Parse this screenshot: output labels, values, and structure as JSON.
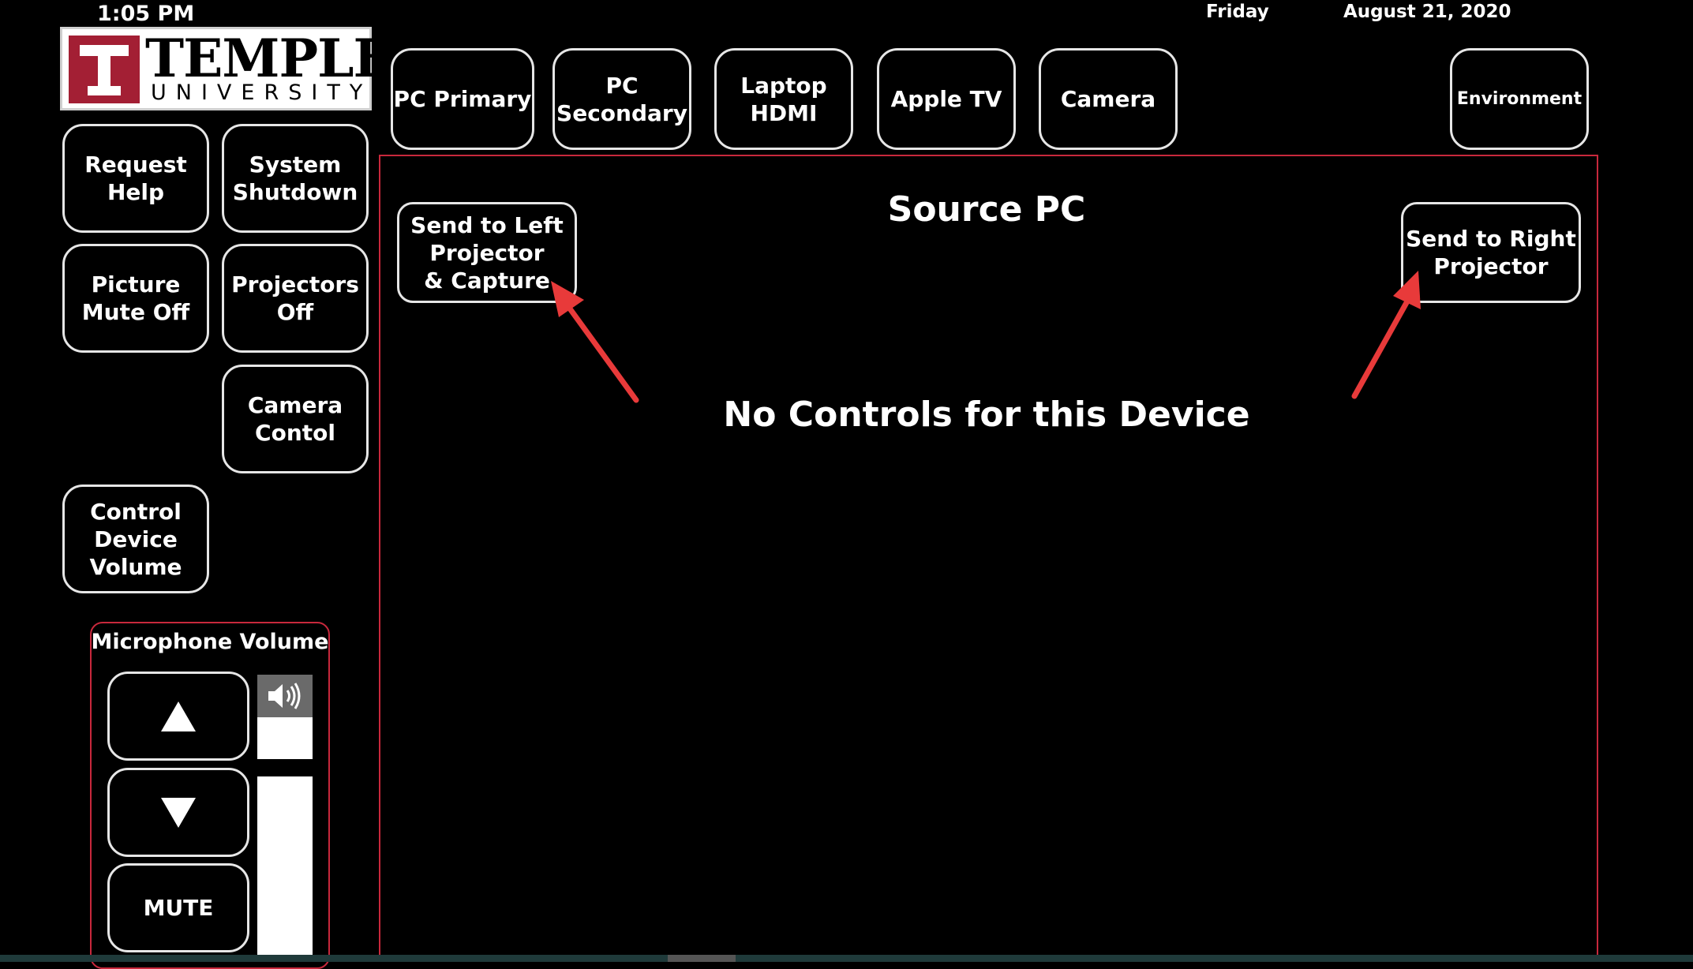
{
  "header": {
    "time": "1:05 PM",
    "day": "Friday",
    "date": "August 21, 2020"
  },
  "logo": {
    "name_line1": "TEMPLE",
    "name_line2": "UNIVERSITY",
    "brand_color": "#a31f34"
  },
  "source_tabs": [
    {
      "label": "PC Primary"
    },
    {
      "label": "PC\nSecondary"
    },
    {
      "label": "Laptop\nHDMI"
    },
    {
      "label": "Apple TV"
    },
    {
      "label": "Camera"
    }
  ],
  "environment_label": "Environment",
  "side_buttons": {
    "request_help": "Request\nHelp",
    "system_shutdown": "System\nShutdown",
    "picture_mute_off": "Picture\nMute Off",
    "projectors_off": "Projectors\nOff",
    "camera_control": "Camera\nContol",
    "control_device_volume": "Control\nDevice\nVolume"
  },
  "main": {
    "title": "Source PC",
    "message": "No Controls for this Device",
    "send_left": "Send to Left\nProjector\n& Capture",
    "send_right": "Send to Right\nProjector",
    "panel_border_color": "#c8283c"
  },
  "microphone": {
    "title": "Microphone Volume",
    "mute_label": "MUTE",
    "volume_level_fraction": 0.7
  },
  "annotations": {
    "arrow_color": "#e83a3a"
  }
}
